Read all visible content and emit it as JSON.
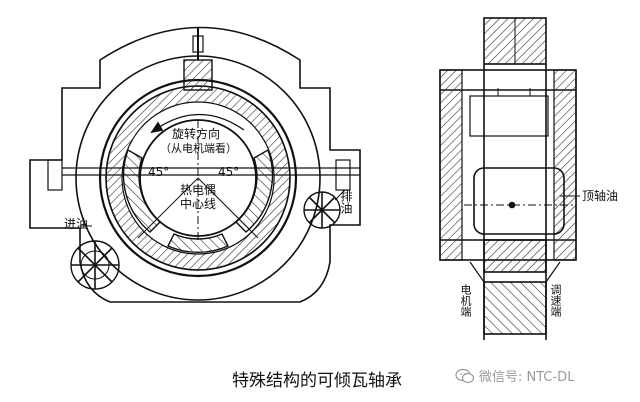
{
  "labels": {
    "rotation_dir_1": "旋转方向",
    "rotation_dir_2": "（从电机端看）",
    "angle_left": "45°",
    "angle_right": "45°",
    "thermocouple_1": "热电偶",
    "thermocouple_2": "中心线",
    "oil_outlet": "排油",
    "oil_inlet": "进油",
    "jacking_oil": "顶轴油",
    "motor_end": "电机端",
    "exciter_end": "调速端"
  },
  "caption": "特殊结构的可倾瓦轴承",
  "watermark": "微信号: NTC-DL",
  "colors": {
    "line": "#111111",
    "hatch": "#333333",
    "watermark": "#9a9a9a"
  }
}
